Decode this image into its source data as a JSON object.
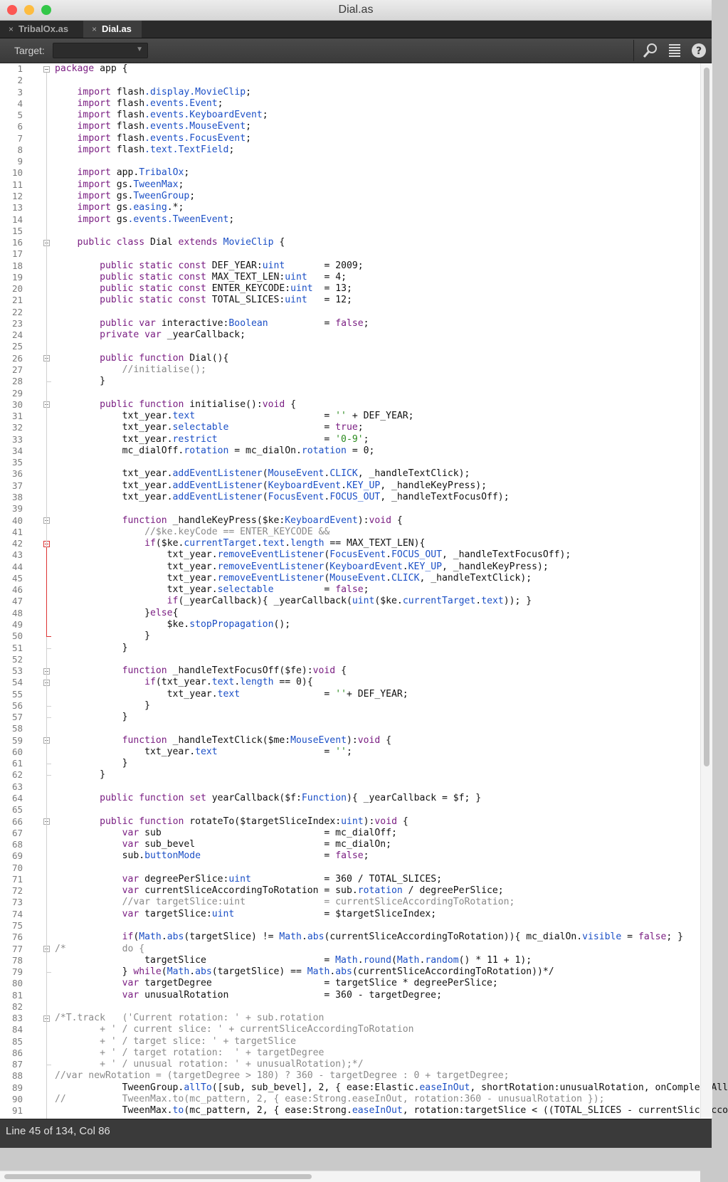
{
  "window": {
    "title": "Dial.as",
    "controls": {
      "close_color": "#fc5753",
      "minimize_color": "#fdbc40",
      "maximize_color": "#33c748"
    }
  },
  "tabs": [
    {
      "label": "TribalOx.as",
      "close": "×",
      "active": false
    },
    {
      "label": "Dial.as",
      "close": "×",
      "active": true
    }
  ],
  "toolbar": {
    "target_label": "Target:",
    "target_value": "",
    "icons": [
      "search-icon",
      "list-icon",
      "help-icon"
    ]
  },
  "editor": {
    "colors": {
      "keyword": "#7a1e82",
      "type": "#1b4fc6",
      "comment": "#8a8a8a",
      "string": "#2a8a1e"
    },
    "lines": [
      "package app {",
      "",
      "    import flash.display.MovieClip;",
      "    import flash.events.Event;",
      "    import flash.events.KeyboardEvent;",
      "    import flash.events.MouseEvent;",
      "    import flash.events.FocusEvent;",
      "    import flash.text.TextField;",
      "",
      "    import app.TribalOx;",
      "    import gs.TweenMax;",
      "    import gs.TweenGroup;",
      "    import gs.easing.*;",
      "    import gs.events.TweenEvent;",
      "",
      "    public class Dial extends MovieClip {",
      "",
      "        public static const DEF_YEAR:uint       = 2009;",
      "        public static const MAX_TEXT_LEN:uint   = 4;",
      "        public static const ENTER_KEYCODE:uint  = 13;",
      "        public static const TOTAL_SLICES:uint   = 12;",
      "",
      "        public var interactive:Boolean          = false;",
      "        private var _yearCallback;",
      "",
      "        public function Dial(){",
      "            //initialise();",
      "        }",
      "",
      "        public function initialise():void {",
      "            txt_year.text                       = '' + DEF_YEAR;",
      "            txt_year.selectable                 = true;",
      "            txt_year.restrict                   = '0-9';",
      "            mc_dialOff.rotation = mc_dialOn.rotation = 0;",
      "",
      "            txt_year.addEventListener(MouseEvent.CLICK, _handleTextClick);",
      "            txt_year.addEventListener(KeyboardEvent.KEY_UP, _handleKeyPress);",
      "            txt_year.addEventListener(FocusEvent.FOCUS_OUT, _handleTextFocusOff);",
      "",
      "            function _handleKeyPress($ke:KeyboardEvent):void {",
      "                //$ke.keyCode == ENTER_KEYCODE &&",
      "                if($ke.currentTarget.text.length == MAX_TEXT_LEN){",
      "                    txt_year.removeEventListener(FocusEvent.FOCUS_OUT, _handleTextFocusOff);",
      "                    txt_year.removeEventListener(KeyboardEvent.KEY_UP, _handleKeyPress);",
      "                    txt_year.removeEventListener(MouseEvent.CLICK, _handleTextClick);",
      "                    txt_year.selectable         = false;",
      "                    if(_yearCallback){ _yearCallback(uint($ke.currentTarget.text)); }",
      "                }else{",
      "                    $ke.stopPropagation();",
      "                }",
      "            }",
      "",
      "            function _handleTextFocusOff($fe):void {",
      "                if(txt_year.text.length == 0){",
      "                    txt_year.text               = ''+ DEF_YEAR;",
      "                }",
      "            }",
      "",
      "            function _handleTextClick($me:MouseEvent):void {",
      "                txt_year.text                   = '';",
      "            }",
      "        }",
      "",
      "        public function set yearCallback($f:Function){ _yearCallback = $f; }",
      "",
      "        public function rotateTo($targetSliceIndex:uint):void {",
      "            var sub                             = mc_dialOff;",
      "            var sub_bevel                       = mc_dialOn;",
      "            sub.buttonMode                      = false;",
      "",
      "            var degreePerSlice:uint             = 360 / TOTAL_SLICES;",
      "            var currentSliceAccordingToRotation = sub.rotation / degreePerSlice;",
      "            //var targetSlice:uint              = currentSliceAccordingToRotation;",
      "            var targetSlice:uint                = $targetSliceIndex;",
      "",
      "            if(Math.abs(targetSlice) != Math.abs(currentSliceAccordingToRotation)){ mc_dialOn.visible = false; }",
      "/*          do {",
      "                targetSlice                     = Math.round(Math.random() * 11 + 1);",
      "            } while(Math.abs(targetSlice) == Math.abs(currentSliceAccordingToRotation))*/",
      "            var targetDegree                    = targetSlice * degreePerSlice;",
      "            var unusualRotation                 = 360 - targetDegree;",
      "",
      "/*T.track   ('Current rotation: ' + sub.rotation",
      "        + ' / current slice: ' + currentSliceAccordingToRotation",
      "        + ' / target slice: ' + targetSlice",
      "        + ' / target rotation:  ' + targetDegree",
      "        + ' / unusual rotation: ' + unusualRotation);*/",
      "//var newRotation = (targetDegree > 180) ? 360 - targetDegree : 0 + targetDegree;",
      "            TweenGroup.allTo([sub, sub_bevel], 2, { ease:Elastic.easeInOut, shortRotation:unusualRotation, onCompleteAll",
      "//          TweenMax.to(mc_pattern, 2, { ease:Strong.easeInOut, rotation:360 - unusualRotation });",
      "            TweenMax.to(mc_pattern, 2, { ease:Strong.easeInOut, rotation:targetSlice < ((TOTAL_SLICES - currentSliceAcco"
    ],
    "fold_lines": [
      1,
      16,
      26,
      30,
      40,
      42,
      53,
      54,
      59,
      66,
      77,
      83
    ],
    "active_fold_line": 42
  },
  "status": {
    "text": "Line 45 of 134, Col 86"
  }
}
